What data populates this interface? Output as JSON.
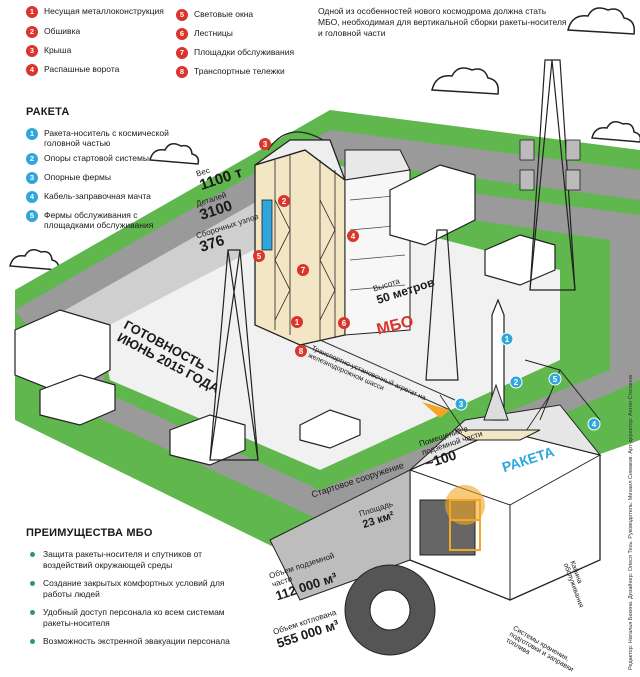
{
  "legend_mbo": [
    {
      "n": "1",
      "label": "Несущая металлоконструкция"
    },
    {
      "n": "2",
      "label": "Обшивка"
    },
    {
      "n": "3",
      "label": "Крыша"
    },
    {
      "n": "4",
      "label": "Распашные ворота"
    },
    {
      "n": "5",
      "label": "Световые окна"
    },
    {
      "n": "6",
      "label": "Лестницы"
    },
    {
      "n": "7",
      "label": "Площадки обслуживания"
    },
    {
      "n": "8",
      "label": "Транспортные тележки"
    }
  ],
  "top_note": "Одной из особенностей нового космодрома должна стать МБО, необходимая для вертикальной сборки ракеты-носителя и головной части",
  "rocket_heading": "РАКЕТА",
  "legend_rocket": [
    {
      "n": "1",
      "label": "Ракета-носитель с космической головной частью"
    },
    {
      "n": "2",
      "label": "Опоры стартовой системы"
    },
    {
      "n": "3",
      "label": "Опорные фермы"
    },
    {
      "n": "4",
      "label": "Кабель-заправочная мачта"
    },
    {
      "n": "5",
      "label": "Фермы обслуживания с площадками обслуживания"
    }
  ],
  "stats": {
    "weight_label": "Вес",
    "weight_value": "1100 т",
    "parts_label": "Деталей",
    "parts_value": "3100",
    "nodes_label": "Сборочных узлов",
    "nodes_value": "376",
    "height_label": "Высота",
    "height_value": "50 метров"
  },
  "labels": {
    "mbo": "МБО",
    "ready": "ГОТОВНОСТЬ – ИЮНЬ 2015 ГОДА",
    "transport": "Транспортно-установочный агрегат на железнодорожном шасси",
    "launch_structure": "Стартовое сооружение",
    "area_label": "Площадь",
    "area_value": "23 км²",
    "underground_label": "Помещений в подземной части",
    "underground_value": "~100",
    "rocket_sign": "РАКЕТА",
    "cabin": "Кабина обслуживания",
    "systems": "Системы хранения, подготовки и заправки топлива"
  },
  "volumes": {
    "underground_label": "Объем подземной части",
    "underground_value": "112 000 м³",
    "pit_label": "Объем котлована",
    "pit_value": "555 000 м³"
  },
  "advantages_heading": "ПРЕИМУЩЕСТВА МБО",
  "advantages": [
    "Защита ракеты-носителя и спутников от воздействий окружающей среды",
    "Создание закрытых комфортных условий для работы людей",
    "Удобный доступ персонала ко всем системам ракеты-носителя",
    "Возможность экстренной эвакуации персонала"
  ],
  "credits": "Редактор: Наталья Бекина. Дизайнер: Олеся Тихь. Руководитель: Михаил Симаков. Арт-директор: Антон Степанов",
  "colors": {
    "grass": "#5fb74e",
    "road": "#9a9a9a",
    "red": "#d9352b",
    "blue": "#2fa7dc",
    "building": "#f3e6c4"
  }
}
